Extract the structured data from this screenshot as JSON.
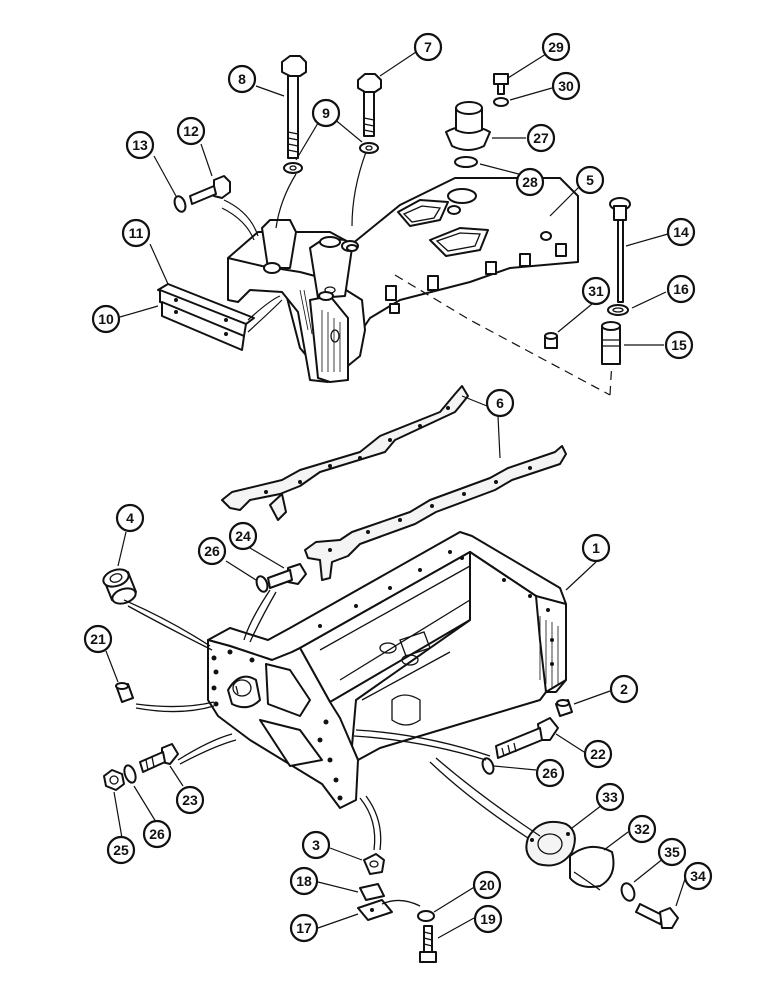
{
  "callouts": {
    "c1": "1",
    "c2": "2",
    "c3": "3",
    "c4": "4",
    "c5": "5",
    "c6": "6",
    "c7": "7",
    "c8": "8",
    "c9": "9",
    "c10": "10",
    "c11": "11",
    "c12": "12",
    "c13": "13",
    "c14": "14",
    "c15": "15",
    "c16": "16",
    "c17": "17",
    "c18": "18",
    "c19": "19",
    "c20": "20",
    "c21": "21",
    "c22": "22",
    "c23": "23",
    "c24": "24",
    "c25": "25",
    "c26a": "26",
    "c26b": "26",
    "c26c": "26",
    "c27": "27",
    "c28": "28",
    "c29": "29",
    "c30": "30",
    "c31": "31",
    "c32": "32",
    "c33": "33",
    "c34": "34",
    "c35": "35"
  }
}
